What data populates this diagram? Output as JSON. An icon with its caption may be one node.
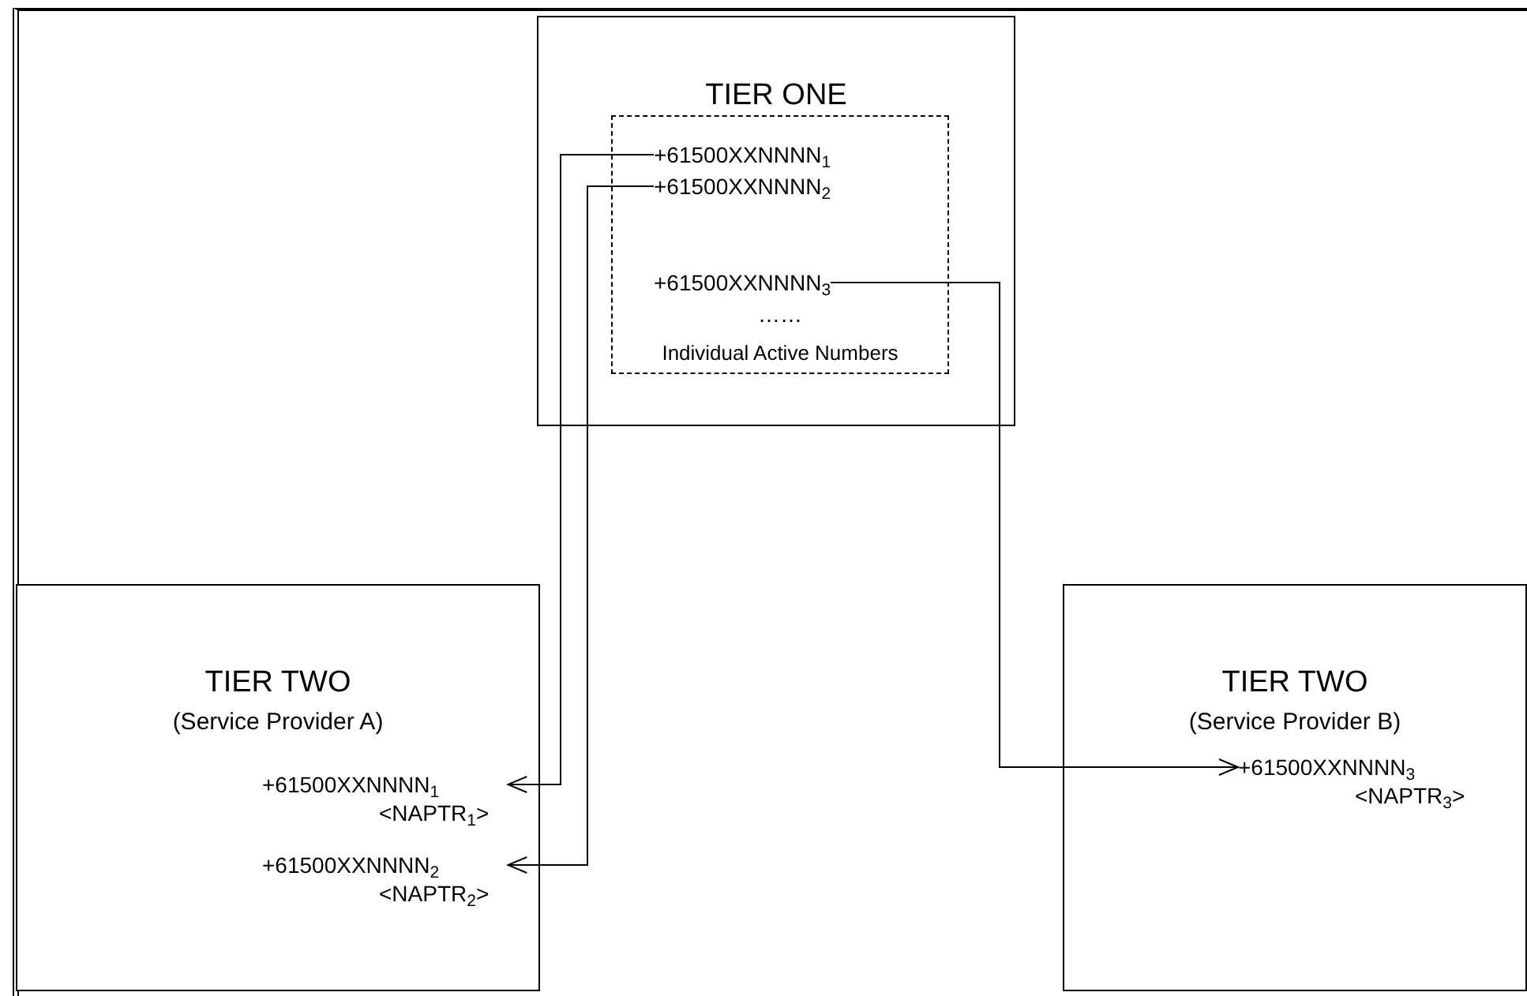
{
  "diagram": {
    "nodes": [
      {
        "text": [
          "TIER ONE"
        ]
      },
      {
        "text": [
          "……",
          "Individual Active Numbers"
        ],
        "in": 0
      },
      {
        "text": [
          "+61500XXNNNN$_{1}$"
        ],
        "in": 1
      },
      {
        "text": [
          "+61500XXNNNN$_{2}$"
        ],
        "in": 1
      },
      {
        "text": [
          "+61500XXNNNN$_{3}$"
        ],
        "in": 1
      },
      {
        "text": [
          "TIER TWO",
          "(Service Provider A)"
        ]
      },
      {
        "text": [
          "+61500XXNNNN$_{1}$",
          "<NAPTR$_{1}$>"
        ],
        "in": 5
      },
      {
        "text": [
          "+61500XXNNNN$_{2}$",
          "<NAPTR$_{2}$>"
        ],
        "in": 5
      },
      {
        "text": [
          "TIER TWO",
          "(Service Provider B)"
        ]
      },
      {
        "text": [
          "+61500XXNNNN$_{3}$",
          "<NAPTR$_{3}$>"
        ],
        "in": 8
      }
    ],
    "edges": [
      {
        "from": 2,
        "to": 6,
        "arrow": "to"
      },
      {
        "from": 3,
        "to": 7,
        "arrow": "to"
      },
      {
        "from": 4,
        "to": 9,
        "arrow": "to"
      }
    ]
  }
}
